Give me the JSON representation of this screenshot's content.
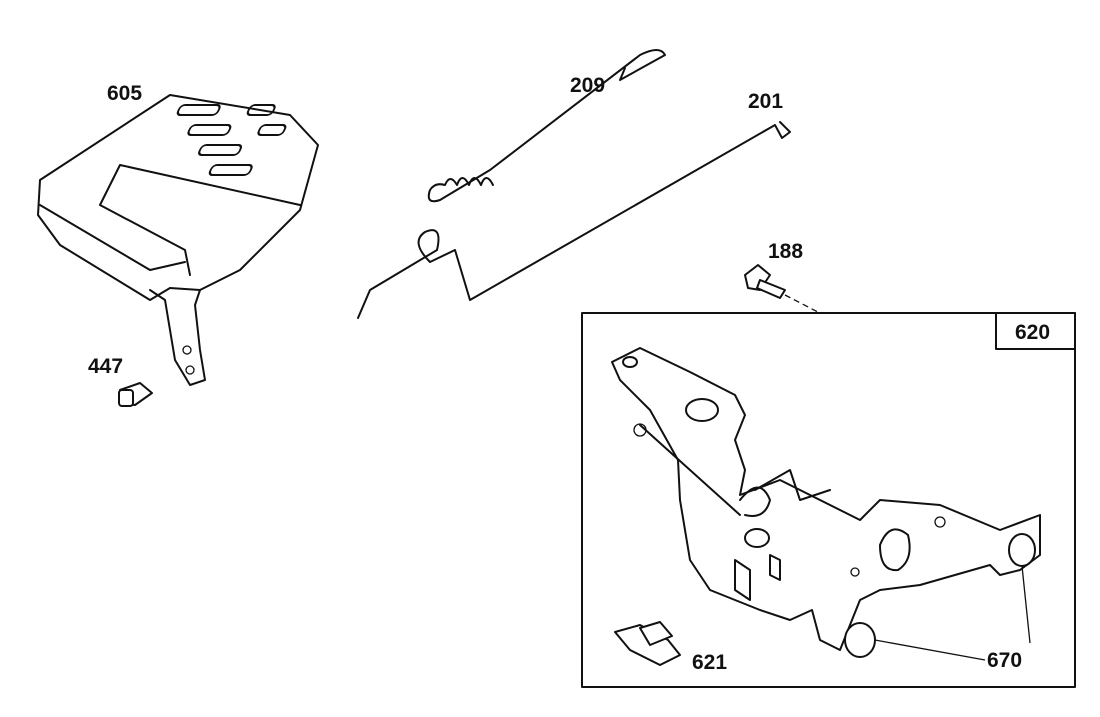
{
  "diagram": {
    "labels": {
      "p605": "605",
      "p209": "209",
      "p201": "201",
      "p188": "188",
      "p620": "620",
      "p447": "447",
      "p621": "621",
      "p670": "670"
    }
  }
}
